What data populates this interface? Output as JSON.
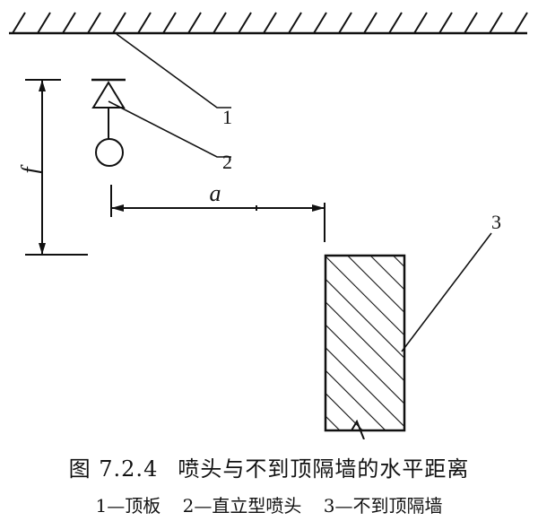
{
  "labels": {
    "ceiling_num": "1",
    "sprinkler_num": "2",
    "wall_num": "3",
    "dim_a": "a",
    "dim_f": "f"
  },
  "caption": {
    "number": "图 7.2.4",
    "title": "喷头与不到顶隔墙的水平距离"
  },
  "legend": [
    "1—顶板",
    "2—直立型喷头",
    "3—不到顶隔墙"
  ]
}
